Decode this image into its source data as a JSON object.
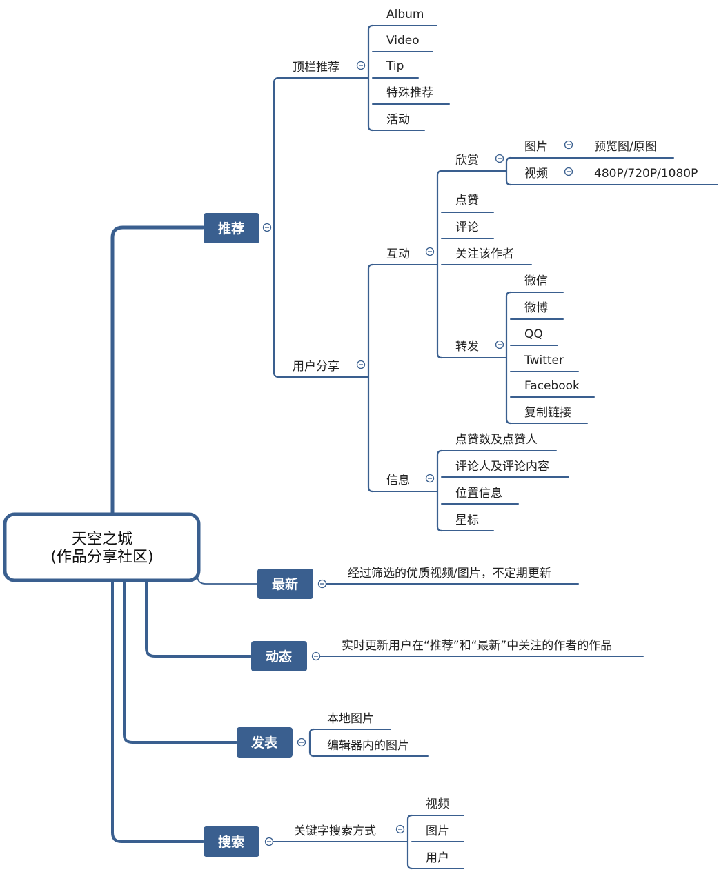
{
  "colors": {
    "line": "#3a5f8f",
    "box": "#3a5f8f",
    "box_text": "#ffffff",
    "text": "#222222",
    "root_border": "#3a5f8f",
    "root_bg": "#ffffff"
  },
  "root": {
    "line1": "天空之城",
    "line2": "(作品分享社区)"
  },
  "branches": {
    "recommend": {
      "label": "推荐",
      "children": {
        "topbar": {
          "label": "顶栏推荐",
          "items": [
            "Album",
            "Video",
            "Tip",
            "特殊推荐",
            "活动"
          ]
        },
        "user_share": {
          "label": "用户分享",
          "interact": {
            "label": "互动",
            "appreciate": {
              "label": "欣赏",
              "image": {
                "label": "图片",
                "detail": "预览图/原图"
              },
              "video": {
                "label": "视频",
                "detail": "480P/720P/1080P"
              }
            },
            "like": "点赞",
            "comment": "评论",
            "follow": "关注该作者",
            "forward": {
              "label": "转发",
              "items": [
                "微信",
                "微博",
                "QQ",
                "Twitter",
                "Facebook",
                "复制链接"
              ]
            }
          },
          "info": {
            "label": "信息",
            "items": [
              "点赞数及点赞人",
              "评论人及评论内容",
              "位置信息",
              "星标"
            ]
          }
        }
      }
    },
    "latest": {
      "label": "最新",
      "detail": "经过筛选的优质视频/图片，不定期更新"
    },
    "feed": {
      "label": "动态",
      "detail": "实时更新用户在“推荐”和“最新”中关注的作者的作品"
    },
    "publish": {
      "label": "发表",
      "items": [
        "本地图片",
        "编辑器内的图片"
      ]
    },
    "search": {
      "label": "搜索",
      "method": {
        "label": "关键字搜索方式",
        "items": [
          "视频",
          "图片",
          "用户"
        ]
      }
    }
  },
  "collapse_icon": "minus-circle-icon"
}
